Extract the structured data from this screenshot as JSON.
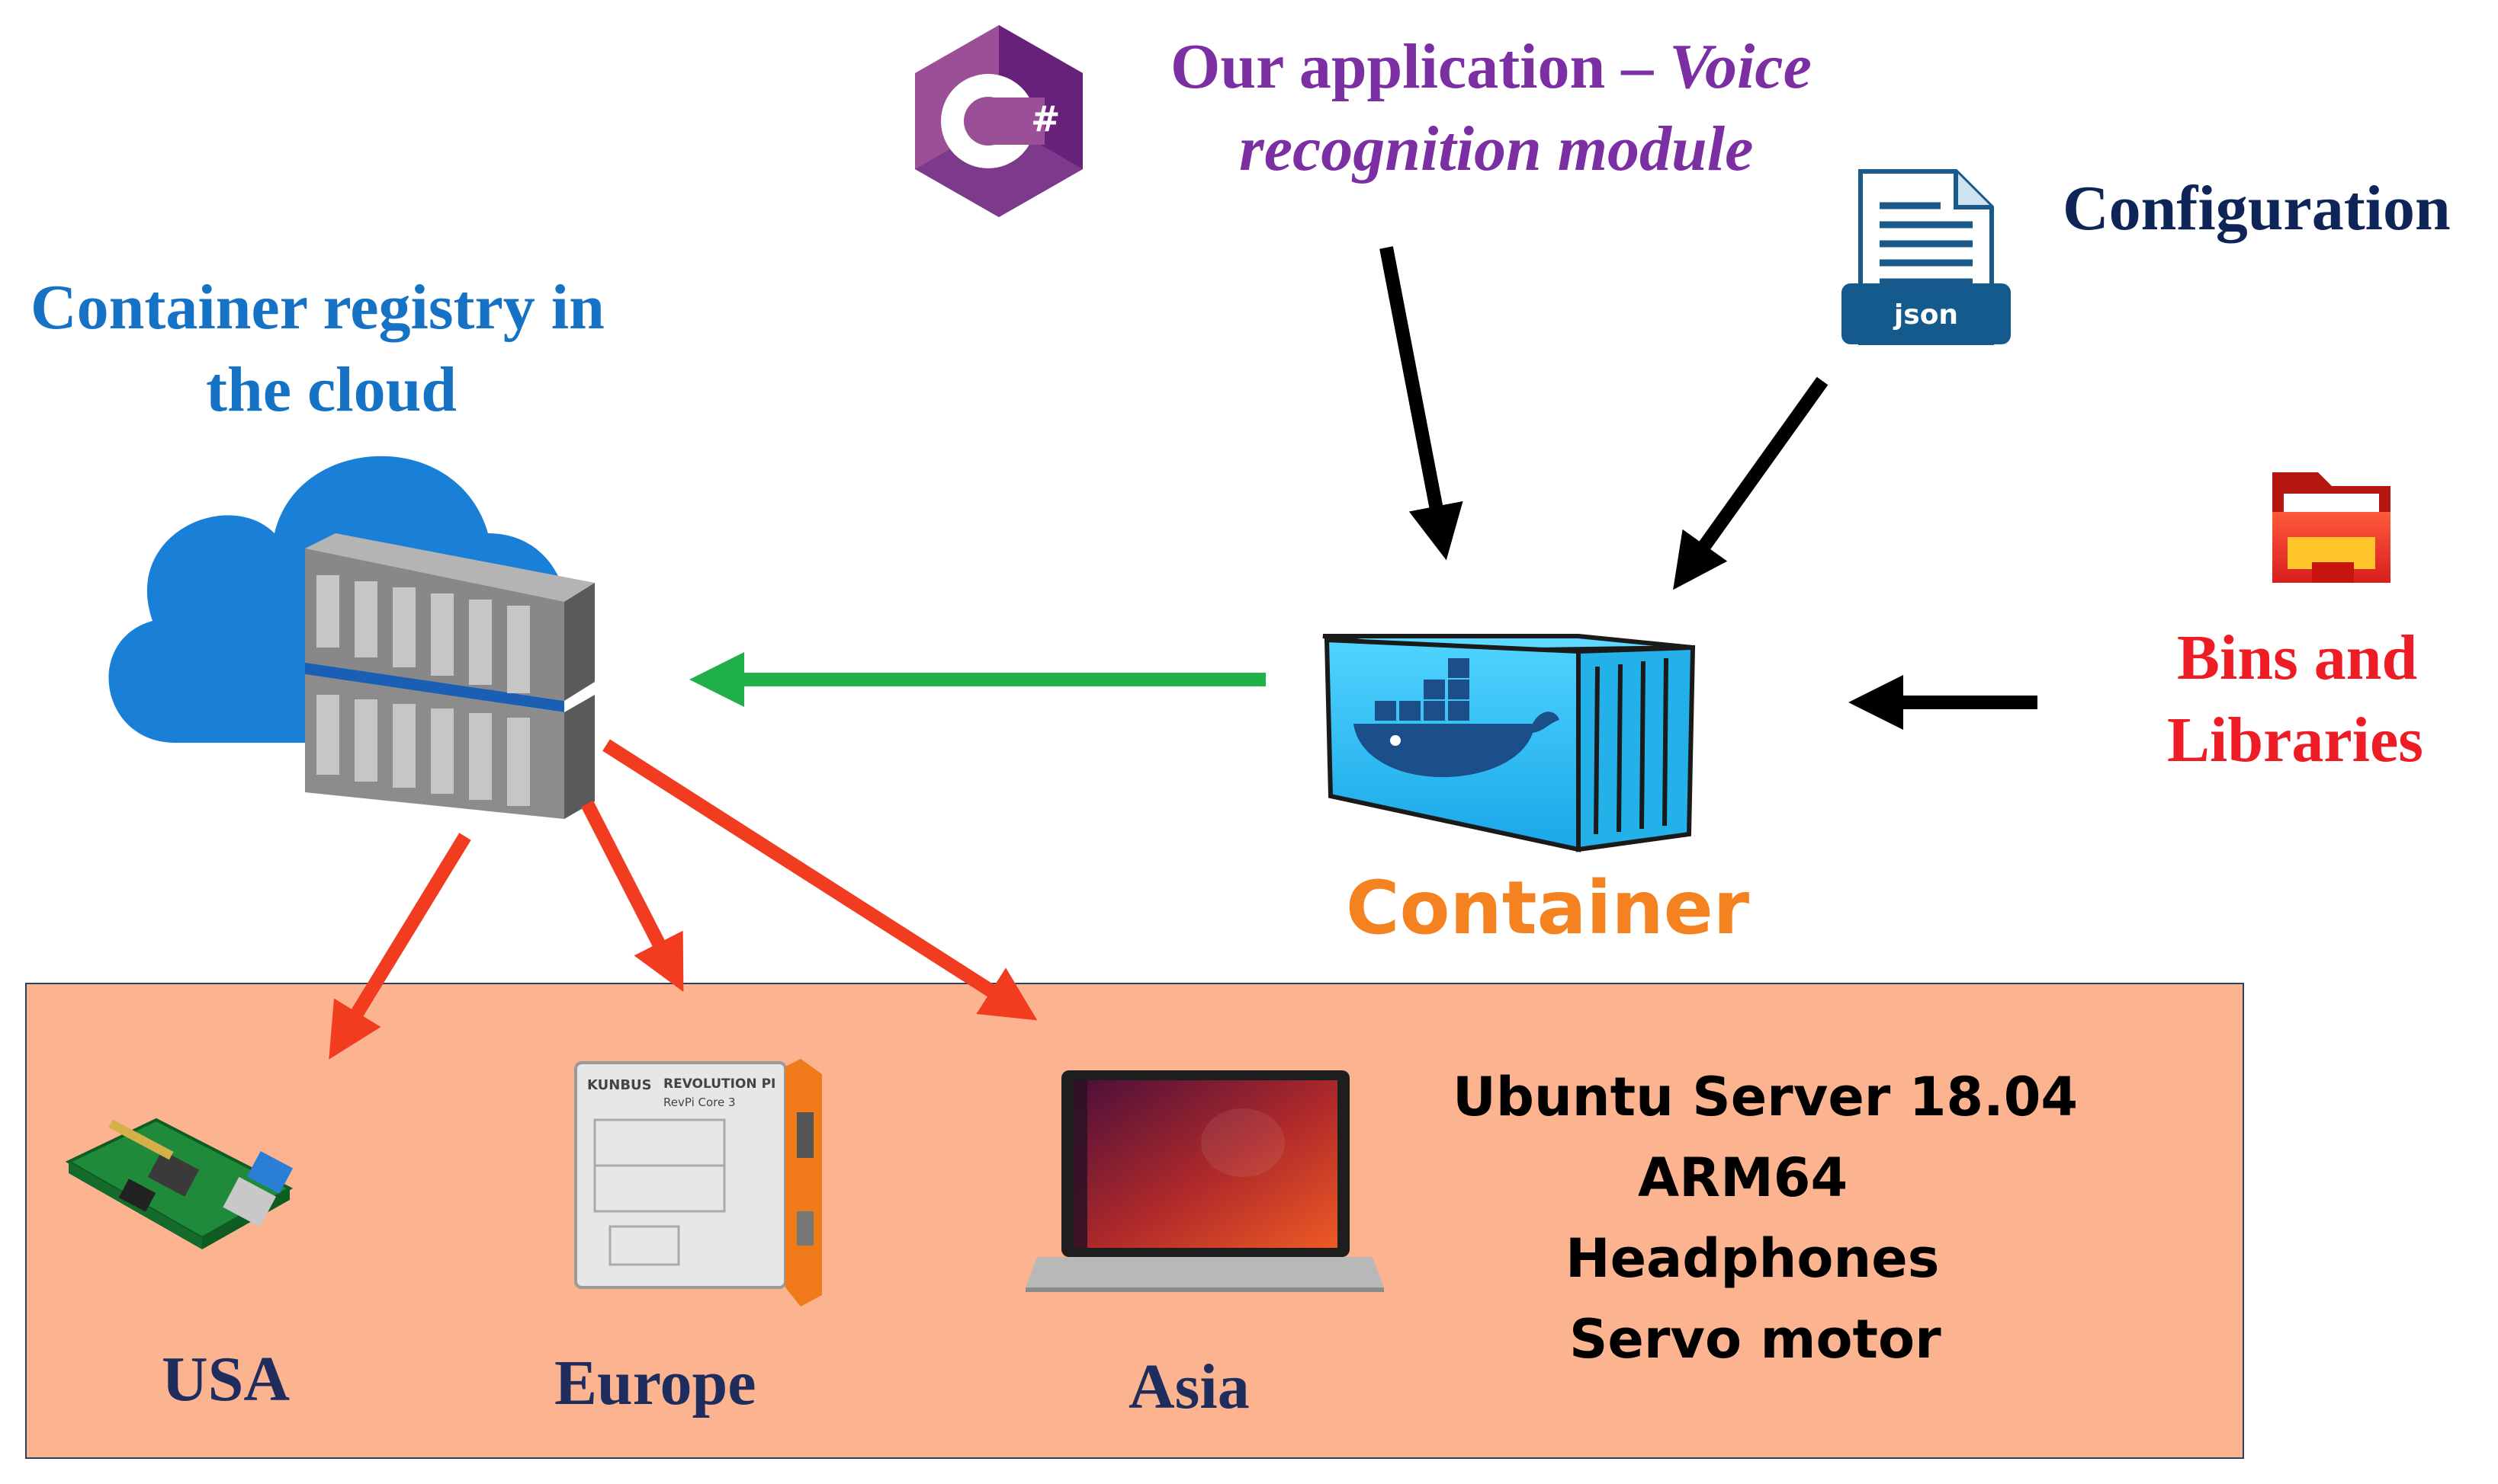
{
  "labels": {
    "app_line1_regular": "Our application – ",
    "app_line1_italic": "Voice",
    "app_line2": "recognition module",
    "configuration": "Configuration",
    "registry_line1": "Container registry in",
    "registry_line2": "the cloud",
    "container": "Container",
    "bins_line1": "Bins and",
    "bins_line2": "Libraries",
    "json_tag": "json",
    "csharp_glyph": "C#",
    "usa": "USA",
    "europe": "Europe",
    "asia": "Asia",
    "revpi_brand": "KUNBUS",
    "revpi_title": "REVOLUTION PI",
    "revpi_model": "RevPi Core 3",
    "specs": [
      "Ubuntu Server 18.04",
      "ARM64",
      "Headphones",
      "Servo motor"
    ]
  },
  "icons": {
    "app_language": "csharp-logo-icon",
    "config_file": "json-file-icon",
    "bins_folder": "folder-icon",
    "registry": "cloud-registry-icon",
    "container": "docker-container-icon",
    "usa_device": "raspberry-pi-board-icon",
    "europe_device": "revolution-pi-module-icon",
    "asia_device": "ubuntu-laptop-icon"
  },
  "colors": {
    "app_label": "#7b2fa3",
    "config_label": "#0f2558",
    "registry_label": "#1672c4",
    "container_label": "#f58220",
    "bins_label": "#ee1c24",
    "region_label": "#1f2c5e",
    "spec_text": "#000000",
    "region_fill": "#fbb48f",
    "push_arrow": "#21b14b",
    "deploy_arrow": "#f23c1f",
    "input_arrow": "#000000"
  }
}
